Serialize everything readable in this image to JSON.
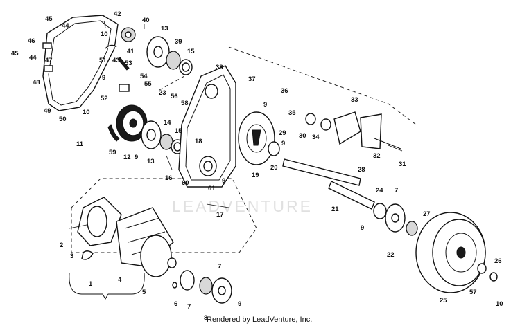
{
  "callouts": {
    "c1": "1",
    "c2": "2",
    "c3": "3",
    "c4": "4",
    "c5": "5",
    "c6": "6",
    "c7a": "7",
    "c7b": "7",
    "c7c": "7",
    "c8": "8",
    "c9a": "9",
    "c9b": "9",
    "c9c": "9",
    "c9d": "9",
    "c9e": "9",
    "c9f": "9",
    "c10a": "10",
    "c10b": "10",
    "c10c": "10",
    "c11": "11",
    "c12": "12",
    "c13a": "13",
    "c13b": "13",
    "c14": "14",
    "c15a": "15",
    "c15b": "15",
    "c16": "16",
    "c17": "17",
    "c18": "18",
    "c19": "19",
    "c20": "20",
    "c21": "21",
    "c22": "22",
    "c23": "23",
    "c24": "24",
    "c25": "25",
    "c26": "26",
    "c27": "27",
    "c28": "28",
    "c29": "29",
    "c30": "30",
    "c31": "31",
    "c32": "32",
    "c33": "33",
    "c34": "34",
    "c35": "35",
    "c36": "36",
    "c37": "37",
    "c38": "38",
    "c39": "39",
    "c40": "40",
    "c41": "41",
    "c42": "42",
    "c43": "43",
    "c44a": "44",
    "c44b": "44",
    "c45a": "45",
    "c45b": "45",
    "c46": "46",
    "c47": "47",
    "c48": "48",
    "c49": "49",
    "c50": "50",
    "c51": "51",
    "c52": "52",
    "c53": "53",
    "c54": "54",
    "c55": "55",
    "c56": "56",
    "c57": "57",
    "c58": "58",
    "c59": "59",
    "c60": "60",
    "c61": "61"
  },
  "watermark": "LEADVENTURE",
  "footer": "Rendered by LeadVenture, Inc."
}
